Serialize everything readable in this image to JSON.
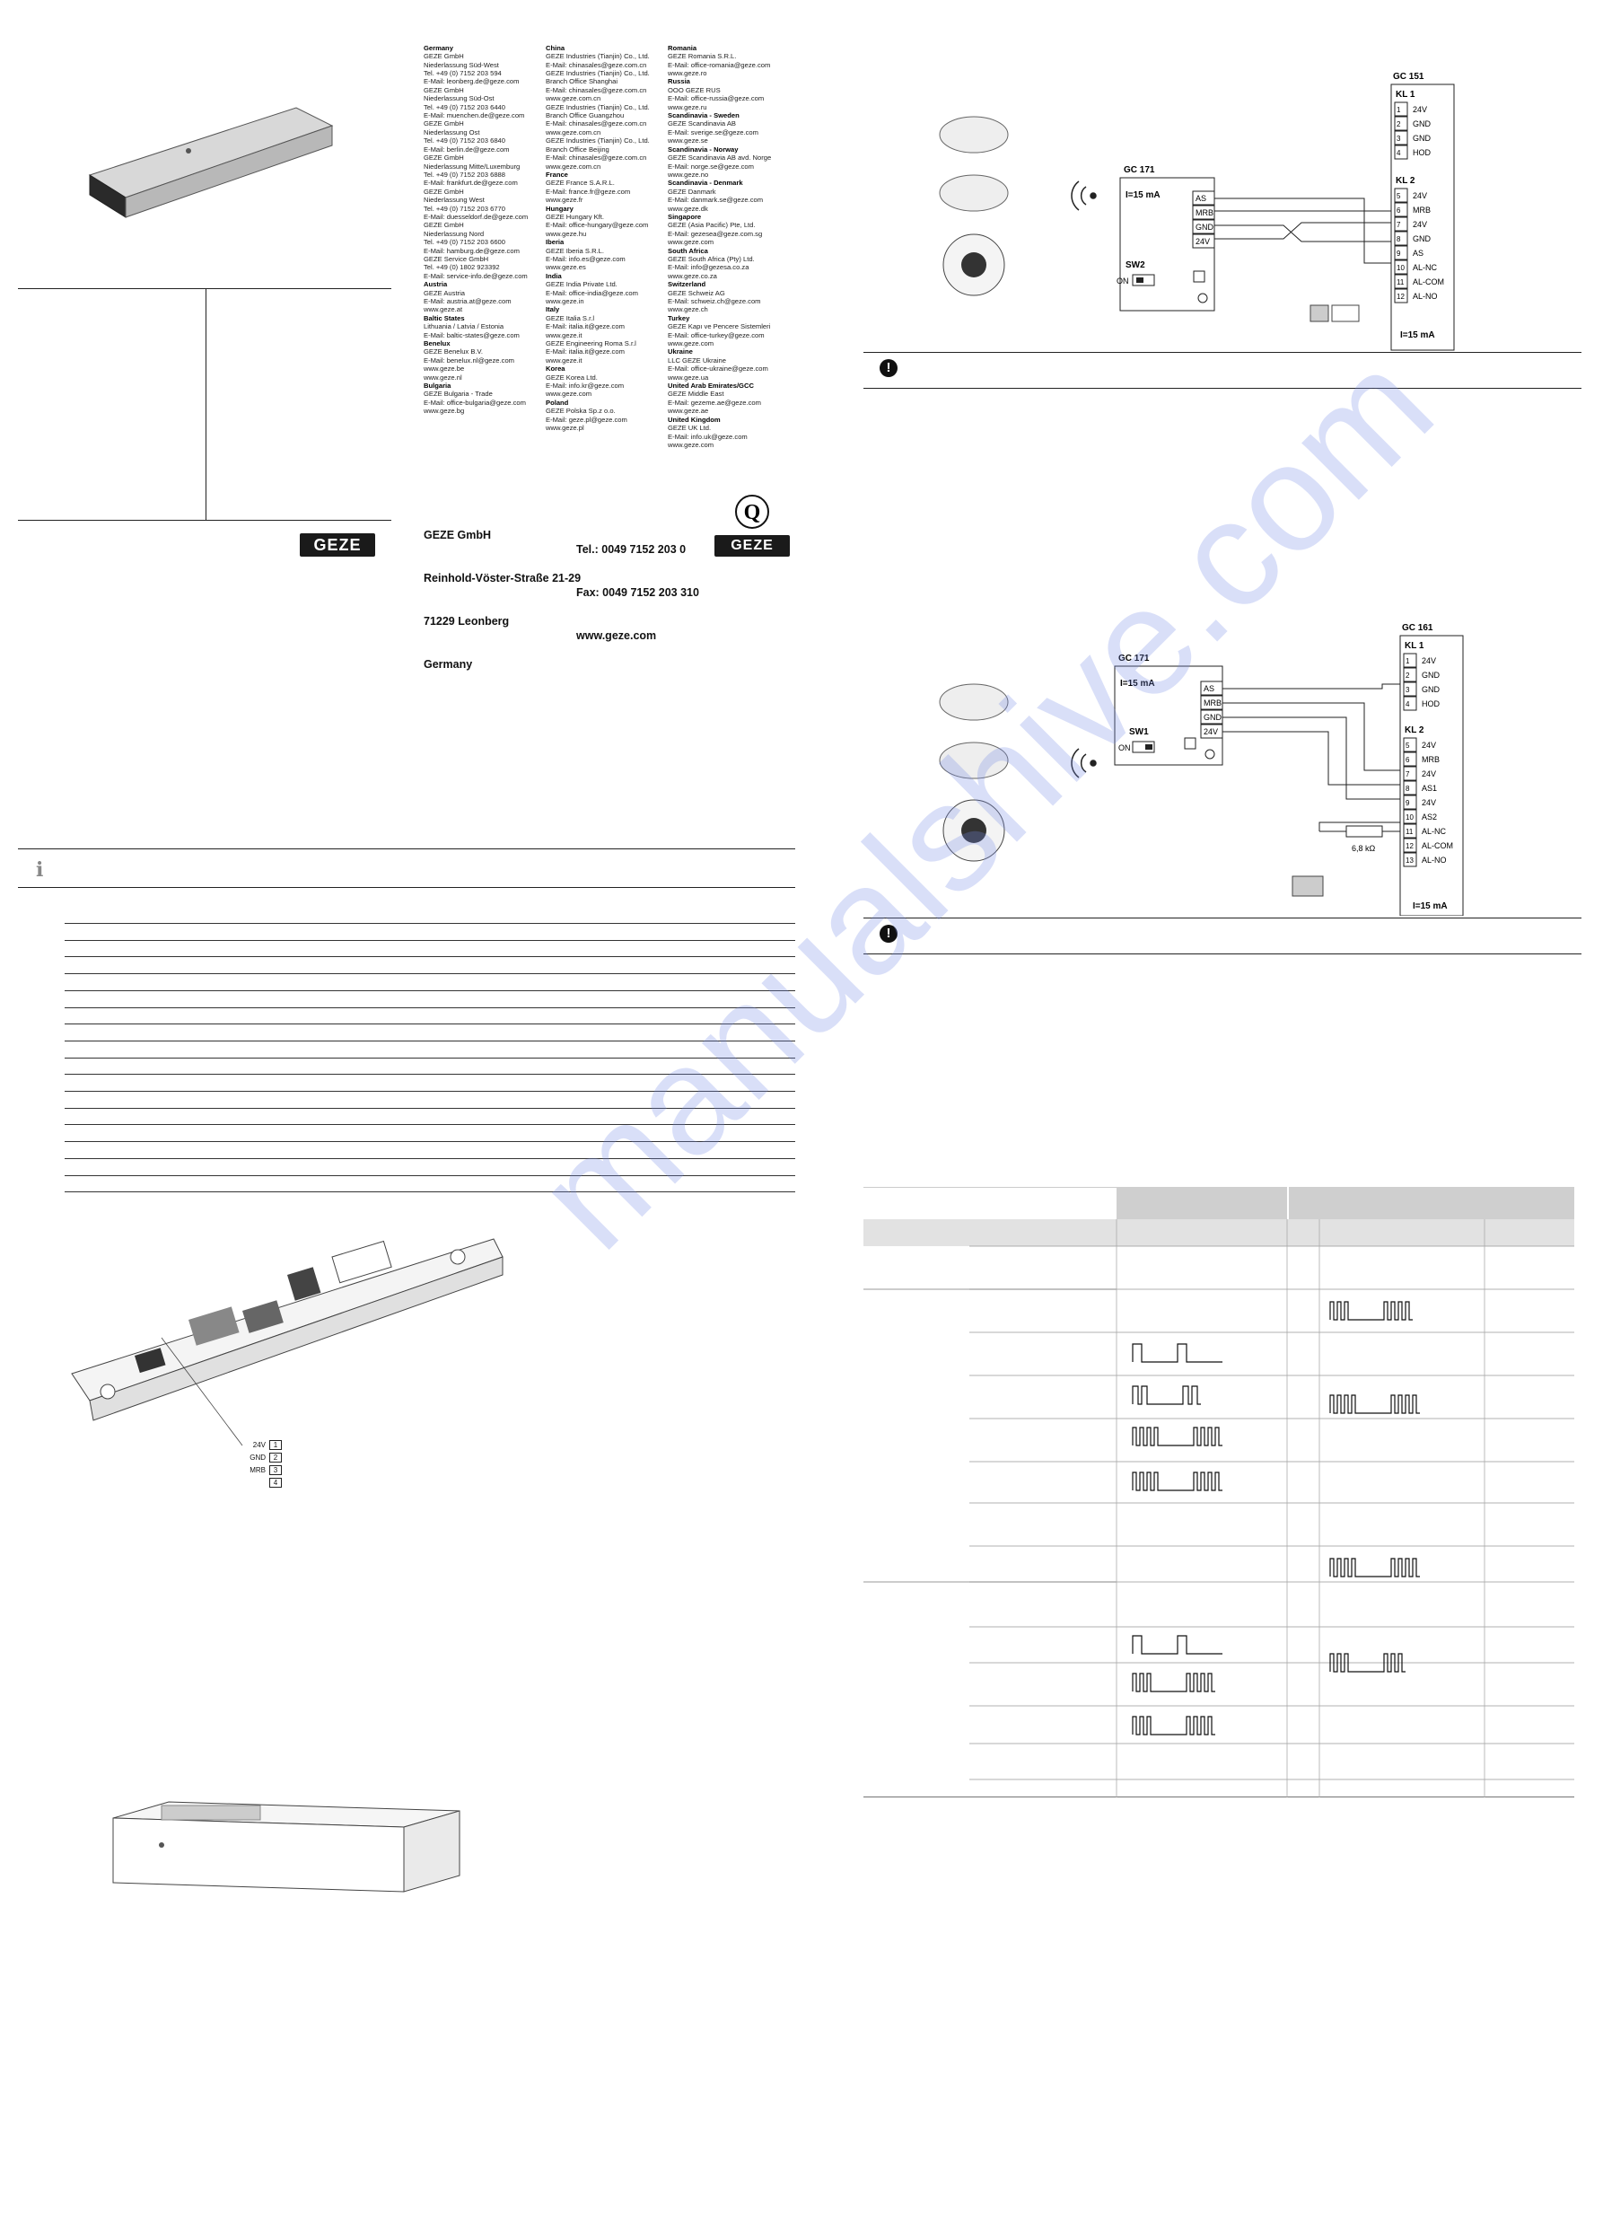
{
  "contacts": {
    "col1": [
      {
        "country": "Germany",
        "lines": [
          "GEZE GmbH",
          "Niederlassung Süd-West",
          "Tel. +49 (0) 7152 203 594",
          "E-Mail: leonberg.de@geze.com",
          "GEZE GmbH",
          "Niederlassung Süd-Ost",
          "Tel. +49 (0) 7152 203 6440",
          "E-Mail: muenchen.de@geze.com",
          "GEZE GmbH",
          "Niederlassung Ost",
          "Tel. +49 (0) 7152 203 6840",
          "E-Mail: berlin.de@geze.com",
          "GEZE GmbH",
          "Niederlassung Mitte/Luxemburg",
          "Tel. +49 (0) 7152 203 6888",
          "E-Mail: frankfurt.de@geze.com",
          "GEZE GmbH",
          "Niederlassung West",
          "Tel. +49 (0) 7152 203 6770",
          "E-Mail: duesseldorf.de@geze.com",
          "GEZE GmbH",
          "Niederlassung Nord",
          "Tel. +49 (0) 7152 203 6600",
          "E-Mail: hamburg.de@geze.com",
          "GEZE Service GmbH",
          "Tel. +49 (0) 1802 923392",
          "E-Mail: service-info.de@geze.com"
        ]
      },
      {
        "country": "Austria",
        "lines": [
          "GEZE Austria",
          "E-Mail: austria.at@geze.com",
          "www.geze.at"
        ]
      },
      {
        "country": "Baltic States",
        "lines": [
          "Lithuania / Latvia / Estonia",
          "E-Mail: baltic-states@geze.com"
        ]
      },
      {
        "country": "Benelux",
        "lines": [
          "GEZE Benelux B.V.",
          "E-Mail: benelux.nl@geze.com",
          "www.geze.be",
          "www.geze.nl"
        ]
      },
      {
        "country": "Bulgaria",
        "lines": [
          "GEZE Bulgaria - Trade",
          "E-Mail: office-bulgaria@geze.com",
          "www.geze.bg"
        ]
      }
    ],
    "col2": [
      {
        "country": "China",
        "lines": [
          "GEZE Industries (Tianjin) Co., Ltd.",
          "E-Mail: chinasales@geze.com.cn",
          "GEZE Industries (Tianjin) Co., Ltd.",
          "Branch Office Shanghai",
          "E-Mail: chinasales@geze.com.cn",
          "www.geze.com.cn",
          "GEZE Industries (Tianjin) Co., Ltd.",
          "Branch Office Guangzhou",
          "E-Mail: chinasales@geze.com.cn",
          "www.geze.com.cn",
          "GEZE Industries (Tianjin) Co., Ltd.",
          "Branch Office Beijing",
          "E-Mail: chinasales@geze.com.cn",
          "www.geze.com.cn"
        ]
      },
      {
        "country": "France",
        "lines": [
          "GEZE France S.A.R.L.",
          "E-Mail: france.fr@geze.com",
          "www.geze.fr"
        ]
      },
      {
        "country": "Hungary",
        "lines": [
          "GEZE Hungary Kft.",
          "E-Mail: office-hungary@geze.com",
          "www.geze.hu"
        ]
      },
      {
        "country": "Iberia",
        "lines": [
          "GEZE Iberia S.R.L.",
          "E-Mail: info.es@geze.com",
          "www.geze.es"
        ]
      },
      {
        "country": "India",
        "lines": [
          "GEZE India Private Ltd.",
          "E-Mail: office-india@geze.com",
          "www.geze.in"
        ]
      },
      {
        "country": "Italy",
        "lines": [
          "GEZE Italia S.r.l",
          "E-Mail: italia.it@geze.com",
          "www.geze.it",
          "GEZE Engineering Roma S.r.l",
          "E-Mail: italia.it@geze.com",
          "www.geze.it"
        ]
      },
      {
        "country": "Korea",
        "lines": [
          "GEZE Korea Ltd.",
          "E-Mail: info.kr@geze.com",
          "www.geze.com"
        ]
      },
      {
        "country": "Poland",
        "lines": [
          "GEZE Polska Sp.z o.o.",
          "E-Mail: geze.pl@geze.com",
          "www.geze.pl"
        ]
      }
    ],
    "col3": [
      {
        "country": "Romania",
        "lines": [
          "GEZE Romania S.R.L.",
          "E-Mail: office-romania@geze.com",
          "www.geze.ro"
        ]
      },
      {
        "country": "Russia",
        "lines": [
          "OOO GEZE RUS",
          "E-Mail: office-russia@geze.com",
          "www.geze.ru"
        ]
      },
      {
        "country": "Scandinavia - Sweden",
        "lines": [
          "GEZE Scandinavia AB",
          "E-Mail: sverige.se@geze.com",
          "www.geze.se"
        ]
      },
      {
        "country": "Scandinavia - Norway",
        "lines": [
          "GEZE Scandinavia AB avd. Norge",
          "E-Mail: norge.se@geze.com",
          "www.geze.no"
        ]
      },
      {
        "country": "Scandinavia - Denmark",
        "lines": [
          "GEZE Danmark",
          "E-Mail: danmark.se@geze.com",
          "www.geze.dk"
        ]
      },
      {
        "country": "Singapore",
        "lines": [
          "GEZE (Asia Pacific) Pte, Ltd.",
          "E-Mail: gezesea@geze.com.sg",
          "www.geze.com"
        ]
      },
      {
        "country": "South Africa",
        "lines": [
          "GEZE South Africa (Pty) Ltd.",
          "E-Mail: info@gezesa.co.za",
          "www.geze.co.za"
        ]
      },
      {
        "country": "Switzerland",
        "lines": [
          "GEZE Schweiz AG",
          "E-Mail: schweiz.ch@geze.com",
          "www.geze.ch"
        ]
      },
      {
        "country": "Turkey",
        "lines": [
          "GEZE Kapı ve Pencere Sistemleri",
          "E-Mail: office-turkey@geze.com",
          "www.geze.com"
        ]
      },
      {
        "country": "Ukraine",
        "lines": [
          "LLC GEZE Ukraine",
          "E-Mail: office-ukraine@geze.com",
          "www.geze.ua"
        ]
      },
      {
        "country": "United Arab Emirates/GCC",
        "lines": [
          "GEZE Middle East",
          "E-Mail: gezeme.ae@geze.com",
          "www.geze.ae"
        ]
      },
      {
        "country": "United Kingdom",
        "lines": [
          "GEZE UK Ltd.",
          "E-Mail: info.uk@geze.com",
          "www.geze.com"
        ]
      }
    ]
  },
  "company": {
    "name": "GEZE GmbH",
    "street": "Reinhold-Vöster-Straße 21-29",
    "city": "71229 Leonberg",
    "country": "Germany",
    "tel": "Tel.: 0049 7152 203 0",
    "fax": "Fax: 0049 7152 203 310",
    "web": "www.geze.com"
  },
  "logo_text": "GEZE",
  "quality_seal_text": "Q",
  "diagram1": {
    "gc171_title": "GC 171",
    "gc171_current": "I=15 mA",
    "gc171_pins": [
      "AS",
      "MRB",
      "GND",
      "24V"
    ],
    "switch_label": "SW2",
    "on_label": "ON",
    "gc151_title": "GC 151",
    "kl1": "KL 1",
    "kl1_pins": [
      [
        "1",
        "24V"
      ],
      [
        "2",
        "GND"
      ],
      [
        "3",
        "GND"
      ],
      [
        "4",
        "HOD"
      ]
    ],
    "kl2": "KL 2",
    "kl2_pins": [
      [
        "5",
        "24V"
      ],
      [
        "6",
        "MRB"
      ],
      [
        "7",
        "24V"
      ],
      [
        "8",
        "GND"
      ],
      [
        "9",
        "AS"
      ],
      [
        "10",
        "AL-NC"
      ],
      [
        "11",
        "AL-COM"
      ],
      [
        "12",
        "AL-NO"
      ]
    ],
    "bottom_current": "I=15 mA"
  },
  "diagram2": {
    "gc171_title": "GC 171",
    "gc171_current": "I=15 mA",
    "gc171_pins": [
      "AS",
      "MRB",
      "GND",
      "24V"
    ],
    "switch_label": "SW1",
    "on_label": "ON",
    "gc161_title": "GC 161",
    "kl1": "KL 1",
    "kl1_pins": [
      [
        "1",
        "24V"
      ],
      [
        "2",
        "GND"
      ],
      [
        "3",
        "GND"
      ],
      [
        "4",
        "HOD"
      ]
    ],
    "kl2": "KL 2",
    "kl2_pins": [
      [
        "5",
        "24V"
      ],
      [
        "6",
        "MRB"
      ],
      [
        "7",
        "24V"
      ],
      [
        "8",
        "AS1"
      ],
      [
        "9",
        "24V"
      ],
      [
        "10",
        "AS2"
      ],
      [
        "11",
        "AL-NC"
      ],
      [
        "12",
        "AL-COM"
      ],
      [
        "13",
        "AL-NO"
      ]
    ],
    "resistor": "6,8 kΩ",
    "bottom_current": "I=15 mA"
  },
  "terminal_small": {
    "pins": [
      [
        "24V",
        "1"
      ],
      [
        "GND",
        "2"
      ],
      [
        "MRB",
        "3"
      ],
      [
        "",
        "4"
      ]
    ]
  },
  "watermark": "manualshive.com",
  "colors": {
    "watermark": "#8c9ae6",
    "ink": "#1a1a1a"
  }
}
